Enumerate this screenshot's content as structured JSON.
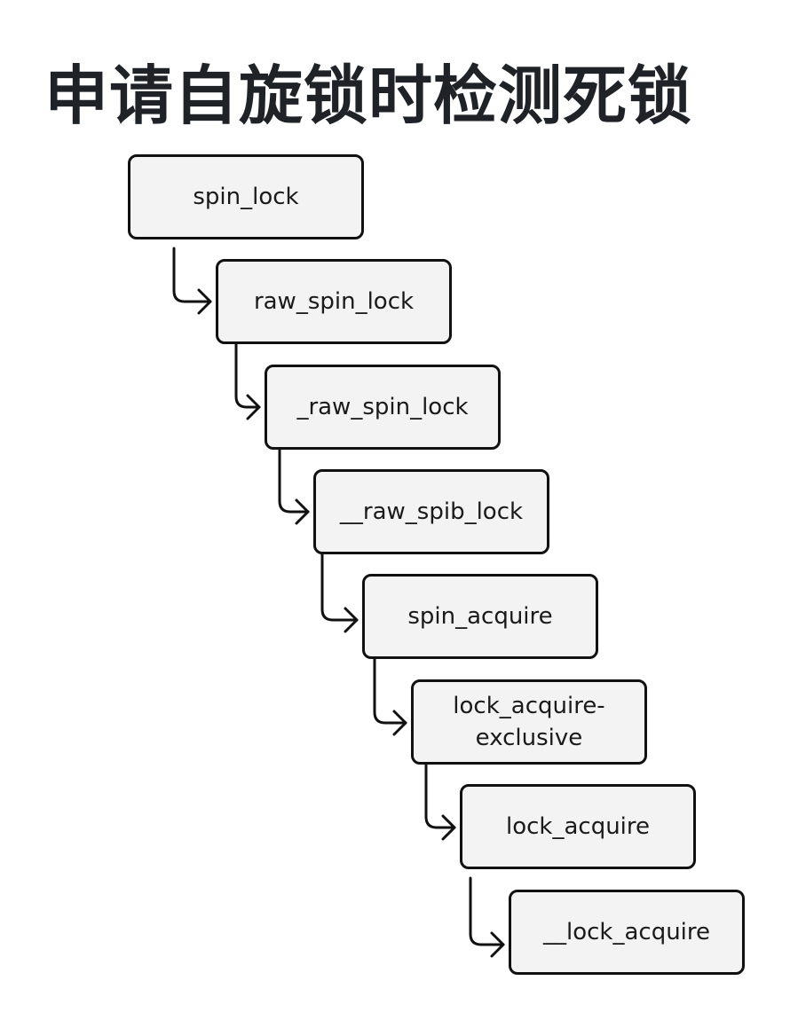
{
  "title": "申请自旋锁时检测死锁",
  "flow": {
    "steps": [
      {
        "label": "spin_lock"
      },
      {
        "label": "raw_spin_lock"
      },
      {
        "label": "_raw_spin_lock"
      },
      {
        "label": "__raw_spib_lock"
      },
      {
        "label": "spin_acquire"
      },
      {
        "label": "lock_acquire-\nexclusive"
      },
      {
        "label": "lock_acquire"
      },
      {
        "label": "__lock_acquire"
      }
    ]
  },
  "colors": {
    "node_fill": "#f3f3f3",
    "node_border": "#111111",
    "connector": "#111111",
    "title": "#1f2328"
  }
}
